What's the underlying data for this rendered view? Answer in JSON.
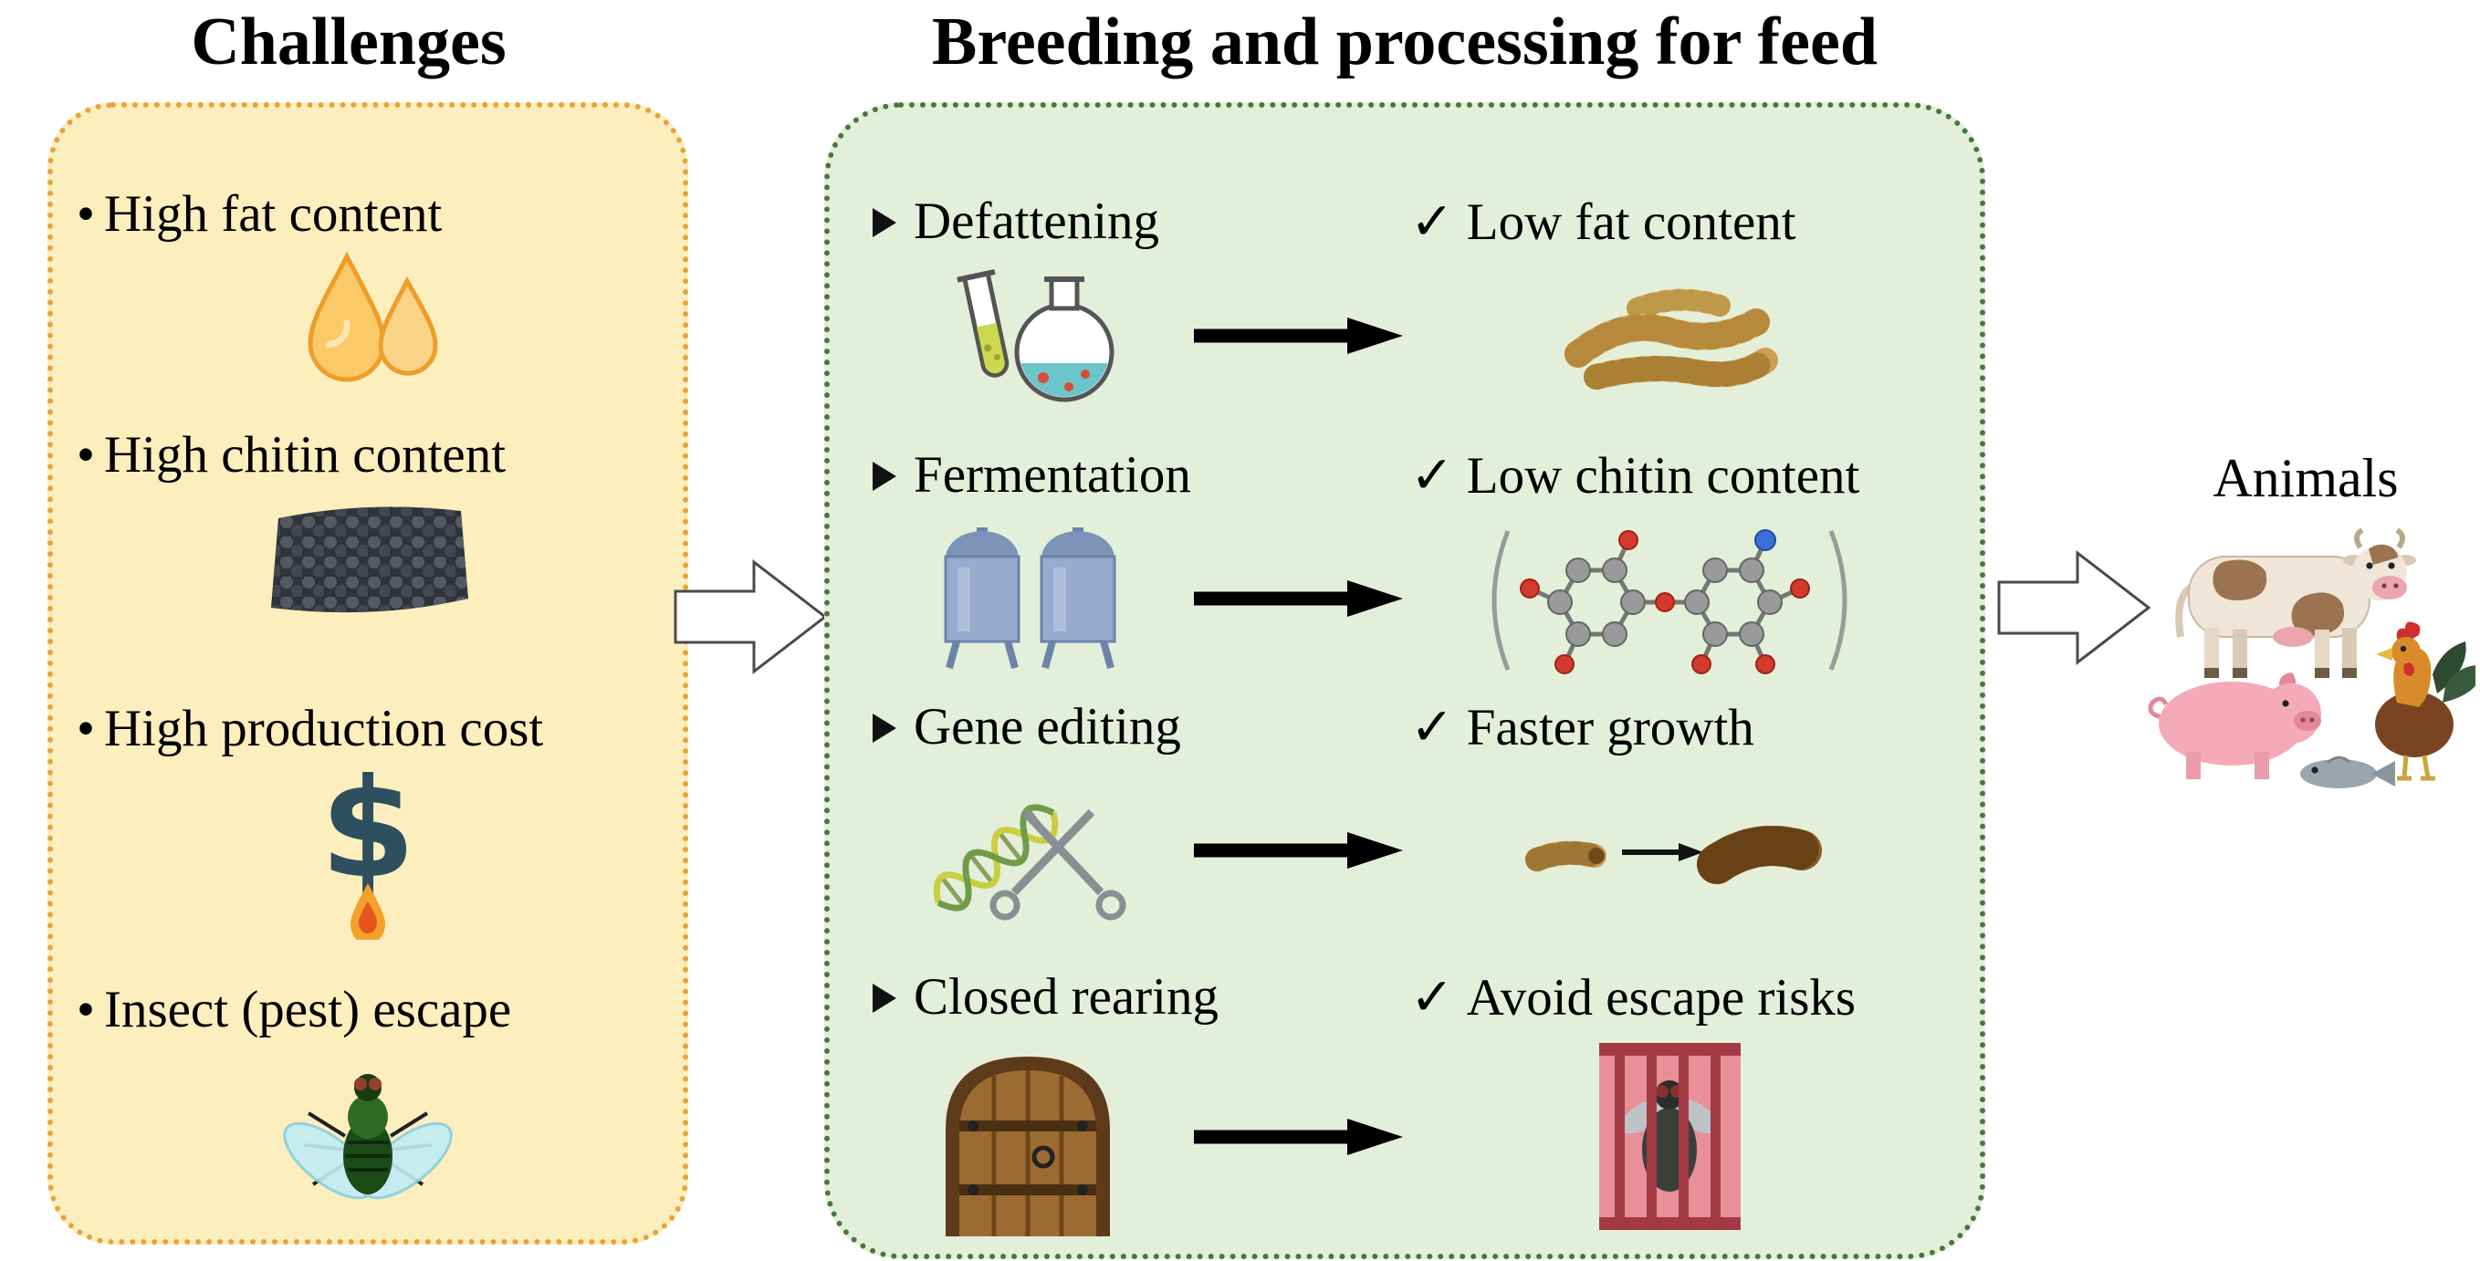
{
  "titles": {
    "challenges": "Challenges",
    "processing": "Breeding and processing for feed",
    "animals": "Animals"
  },
  "markers": {
    "bullet": "•",
    "check": "✓"
  },
  "challenges": {
    "dollar_symbol": "$",
    "items": [
      {
        "label": "High fat content",
        "icon": "oil-droplets-icon"
      },
      {
        "label": "High chitin content",
        "icon": "chitin-block-icon"
      },
      {
        "label": "High production cost",
        "icon": "dollar-cost-icon"
      },
      {
        "label": "Insect (pest) escape",
        "icon": "fly-icon"
      }
    ]
  },
  "processing": {
    "rows": [
      {
        "method": "Defattening",
        "method_icon": "lab-glassware-icon",
        "outcome": "Low fat content",
        "outcome_icon": "defatted-larvae-icon"
      },
      {
        "method": "Fermentation",
        "method_icon": "fermentation-tanks-icon",
        "outcome": "Low chitin content",
        "outcome_icon": "chitin-molecule-icon"
      },
      {
        "method": "Gene editing",
        "method_icon": "dna-scissors-icon",
        "outcome": "Faster growth",
        "outcome_icon": "larva-growth-icon"
      },
      {
        "method": "Closed rearing",
        "method_icon": "closed-door-icon",
        "outcome": "Avoid escape risks",
        "outcome_icon": "caged-insect-icon"
      }
    ]
  },
  "colors": {
    "challenges_bg": "#fdeebd",
    "challenges_border": "#e7a33c",
    "processing_bg": "#e4efda",
    "processing_border": "#47793c",
    "text": "#000000"
  }
}
